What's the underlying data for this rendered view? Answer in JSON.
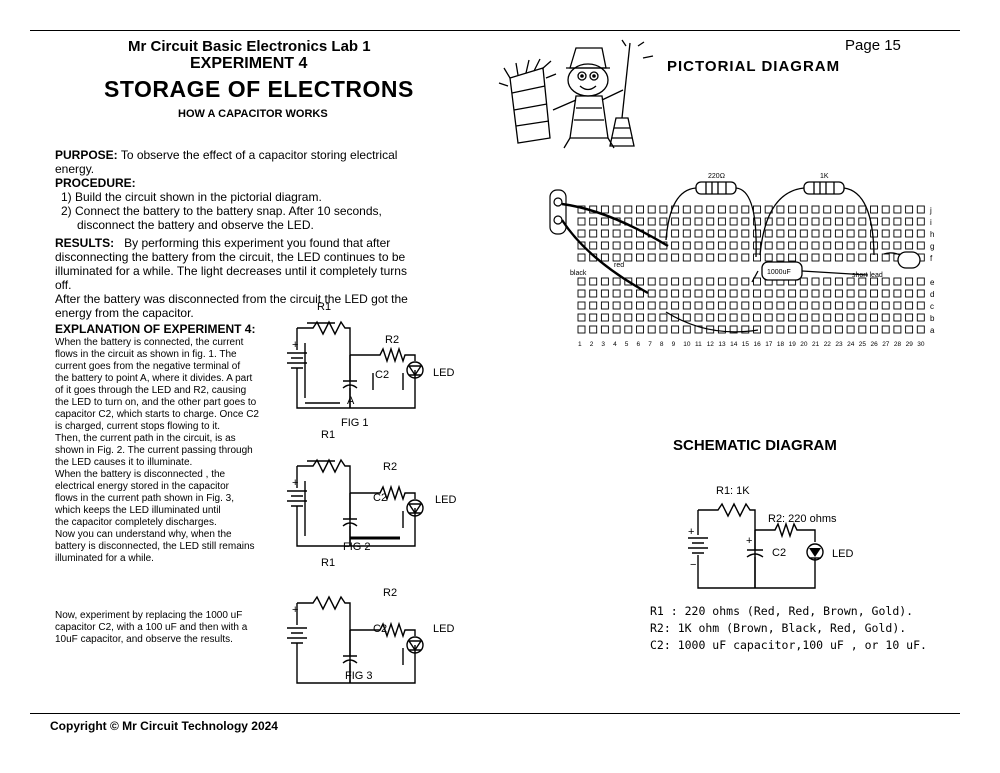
{
  "header": {
    "line1": "Mr Circuit Basic Electronics Lab 1",
    "line2": "EXPERIMENT 4",
    "title": "STORAGE OF ELECTRONS",
    "subtitle": "HOW A CAPACITOR WORKS",
    "page": "Page 15"
  },
  "pictorial": {
    "heading": "PICTORIAL DIAGRAM",
    "r1_label": "220Ω",
    "r2_label": "1K",
    "cap_label": "1000uF",
    "red": "red",
    "black": "black",
    "short_lead": "short lead",
    "row_letters": [
      "j",
      "i",
      "h",
      "g",
      "f",
      "e",
      "d",
      "c",
      "b",
      "a"
    ],
    "col_numbers": [
      "1",
      "2",
      "3",
      "4",
      "5",
      "6",
      "7",
      "8",
      "9",
      "10",
      "11",
      "12",
      "13",
      "14",
      "15",
      "16",
      "17",
      "18",
      "19",
      "20",
      "21",
      "22",
      "23",
      "24",
      "25",
      "26",
      "27",
      "28",
      "29",
      "30"
    ]
  },
  "purpose": {
    "label": "PURPOSE:",
    "text_1": "To observe the effect of a capacitor storing electrical",
    "text_2": "energy."
  },
  "procedure": {
    "label": "PROCEDURE:",
    "step1": "1) Build the circuit shown in the pictorial diagram.",
    "step2a": "2) Connect the battery to the battery snap.  After 10 seconds,",
    "step2b": "disconnect the battery and observe the LED."
  },
  "results": {
    "label": "RESULTS:",
    "l1": "By performing this experiment you found that after",
    "l2": "disconnecting the battery from the circuit, the LED continues to be",
    "l3": "illuminated for a while. The light decreases until it completely turns off.",
    "l4": "After the battery was disconnected from the circuit the LED got the",
    "l5": "energy from the  capacitor."
  },
  "explanation": {
    "heading": "EXPLANATION OF EXPERIMENT 4:",
    "lines": [
      "When the battery is connected, the current",
      "flows in the circuit as shown in fig. 1. The",
      "current goes from the negative  terminal of",
      "the battery to point A, where it divides. A part",
      "of it goes through the LED and R2, causing",
      "the LED to turn on, and the other part goes to",
      "capacitor C2, which starts to charge. Once C2",
      "is charged, current stops flowing to it.",
      "Then, the current path in the circuit, is as",
      "shown in Fig. 2. The current passing through",
      "the LED causes it to illuminate.",
      "When  the  battery  is  disconnected ,  the",
      "electrical  energy  stored   in the capacitor",
      "flows in  the  current  path  shown in Fig. 3,",
      "which   keeps   the   LED   illuminated   until",
      "the  capacitor  completely  discharges.",
      "Now you can  understand why,  when  the",
      "battery is disconnected,  the LED still remains",
      "illuminated for a while."
    ],
    "now_lines": [
      "Now,  experiment by replacing  the  1000  uF",
      "capacitor C2,  with a 100 uF and then with a",
      "10uF capacitor, and observe the results."
    ]
  },
  "figures": {
    "r1": "R1",
    "r2": "R2",
    "c2": "C2",
    "led": "LED",
    "a": "A",
    "plus": "+",
    "minus": "−",
    "fig1": "FIG 1",
    "fig2": "FIG 2",
    "fig3": "FIG 3"
  },
  "schematic": {
    "heading": "SCHEMATIC DIAGRAM",
    "r1": "R1: 1K",
    "r2": "R2: 220 ohms",
    "c2": "C2",
    "led": "LED",
    "plus": "+",
    "minus": "−"
  },
  "components": {
    "r1": "R1 : 220 ohms (Red, Red, Brown, Gold).",
    "r2": "R2: 1K ohm (Brown, Black, Red, Gold).",
    "c2": "C2: 1000 uF capacitor,100 uF , or 10 uF."
  },
  "footer": {
    "copyright": "Copyright © Mr Circuit Technology 2024"
  }
}
